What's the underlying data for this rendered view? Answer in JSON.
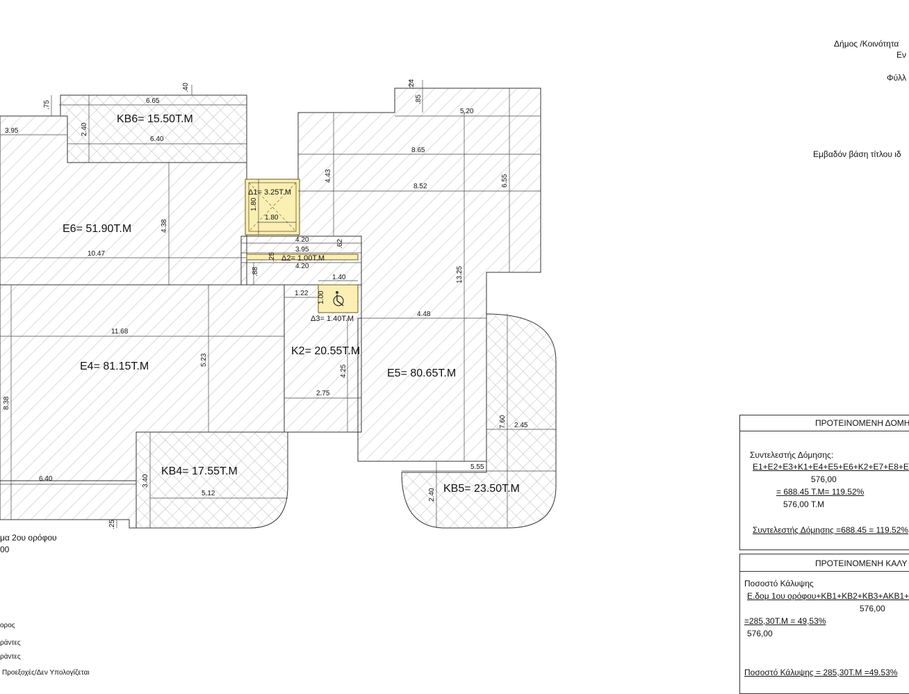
{
  "header": {
    "line1": "Δήμος /Κοινότητα",
    "line2": "Εν",
    "line3": "Φύλλ",
    "line4": "Εμβαδόν βάση τίτλου ιδ"
  },
  "rooms": {
    "e6": "E6= 51.90T.M",
    "kb6": "KB6= 15.50T.M",
    "e4": "E4= 81.15T.M",
    "k2": "K2= 20.55T.M",
    "e5": "E5= 80.65T.M",
    "kb4": "KB4= 17.55T.M",
    "kb5": "KB5= 23.50T.M",
    "d1": "Δ1= 3.25T.M",
    "d2": "Δ2= 1.00T.M",
    "d3": "Δ3= 1.40T.M"
  },
  "dims": {
    "d665": "6.65",
    "d040": ".40",
    "d075": ".75",
    "d395a": "3.95",
    "d240a": "2.40",
    "d640a": "6.40",
    "d438": "4.38",
    "d1047": "10.47",
    "d180a": "1.80",
    "d180b": "1.80",
    "d420a": "4.20",
    "d395b": "3.95",
    "d062": ".62",
    "d025a": ".25",
    "d420b": "4.20",
    "d088": ".88",
    "d140": "1.40",
    "d122": "1.22",
    "d100": "1.00",
    "d1168": "11.68",
    "d523": "5.23",
    "d838": "8.38",
    "d425": "4.25",
    "d275": "2.75",
    "d640b": "6.40",
    "d340": "3.40",
    "d512": "5.12",
    "d025b": ".25",
    "d024": ".24",
    "d085": ".85",
    "d520": "5.20",
    "d865": "8.65",
    "d443": "4.43",
    "d852": "8.52",
    "d655": "6.55",
    "d1325": "13.25",
    "d448": "4.48",
    "d760": "7.60",
    "d245": "2.45",
    "d555": "5.55",
    "d240b": "2.40"
  },
  "notes": {
    "floor": "μα 2ου ορόφου",
    "floor2": "00"
  },
  "legend": {
    "l1": "ορος",
    "l2": "ράντες",
    "l3": "ράντες",
    "l4": "Προεξοχές/Δεν Υπολογίζεται"
  },
  "building_box": {
    "title": "ΠΡΟΤΕΙΝΟΜΕΝΗ ΔΟΜΗ",
    "label": "Συντελεστής Δόμησης:",
    "formula": "E1+E2+E3+K1+E4+E5+E6+K2+E7+E8+E",
    "denom1": "576,00",
    "calc": "= 688.45 T.M= 119.52%",
    "denom2": "576,00 T.M",
    "result": "Συντελεστής Δόμησης =688.45 = 119.52%"
  },
  "coverage_box": {
    "title": "ΠΡΟΤΕΙΝΟΜΕΝΗ ΚΑΛΥ",
    "label": "Ποσοστό Κάλυψης",
    "formula": "E.δομ 1ου ορόφου+KB1+KB2+KB3+AKB1+",
    "denom1": "576,00",
    "calc": "=285,30T.M = 49,53%",
    "denom2": "576,00",
    "result": "Ποσοστό Κάλυψης = 285,30T.M =49.53%"
  },
  "colors": {
    "line": "#333333",
    "hatch": "#9a9a9a",
    "highlight": "#fbefb4",
    "highlight_border": "#6b5a1a"
  }
}
